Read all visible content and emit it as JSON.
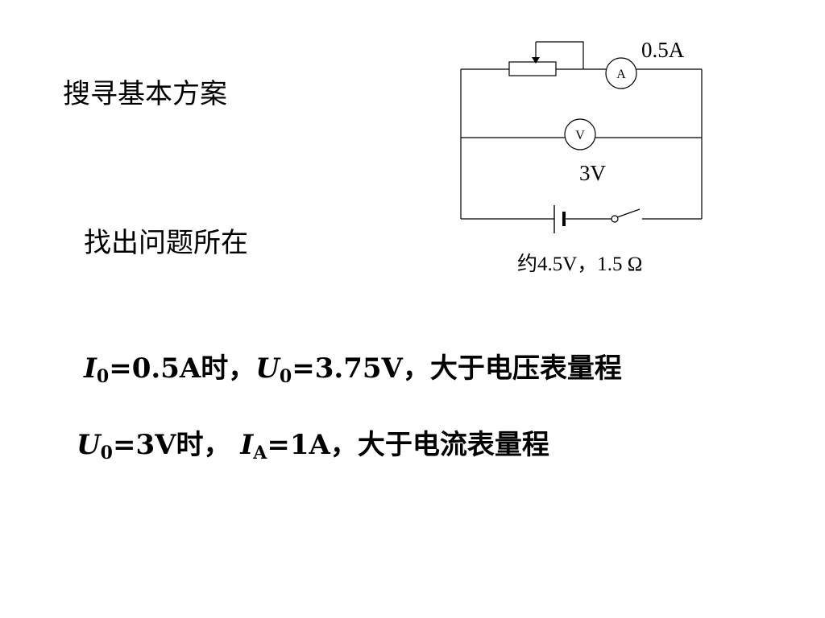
{
  "headings": {
    "search_basic_plan": "搜寻基本方案",
    "find_problem": "找出问题所在"
  },
  "circuit": {
    "ammeter_reading": "0.5A",
    "ammeter_symbol": "A",
    "voltmeter_symbol": "V",
    "voltmeter_reading": "3V",
    "source_spec": "约4.5V，1.5 Ω"
  },
  "analysis": {
    "line1": {
      "var_i": "I",
      "sub_i": "0",
      "eq_i": "=0.5A时，",
      "var_u": "U",
      "sub_u": "0",
      "eq_u": "=3.75V，大于电压表量程"
    },
    "line2": {
      "var_u": "U",
      "sub_u": "0",
      "eq_u": "=3V时，",
      "var_i": "I",
      "sub_i": "A",
      "eq_i": "=1A，大于电流表量程"
    }
  }
}
